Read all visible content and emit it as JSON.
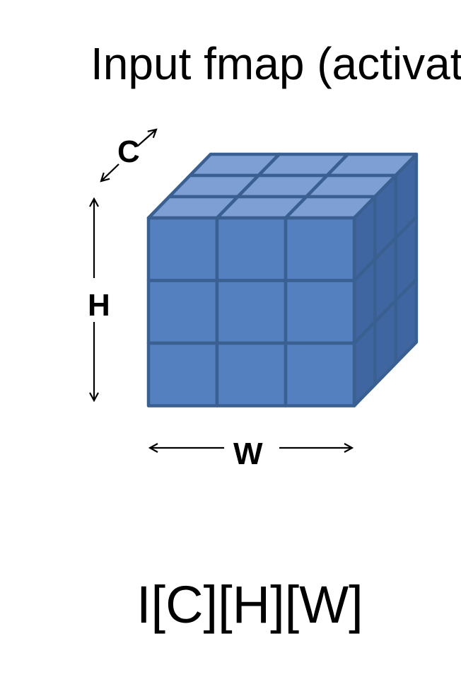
{
  "title": "Input fmap (activat",
  "axes": {
    "channel": "C",
    "height": "H",
    "width": "W"
  },
  "formula": "I[C][H][W]",
  "grid": {
    "rows": 3,
    "cols": 3,
    "depth": 3
  },
  "colors": {
    "front_face": "#5580c0",
    "top_face": "#7d9fd3",
    "side_face": "#3f66a0",
    "edge": "#3a5f91",
    "text": "#000000"
  }
}
